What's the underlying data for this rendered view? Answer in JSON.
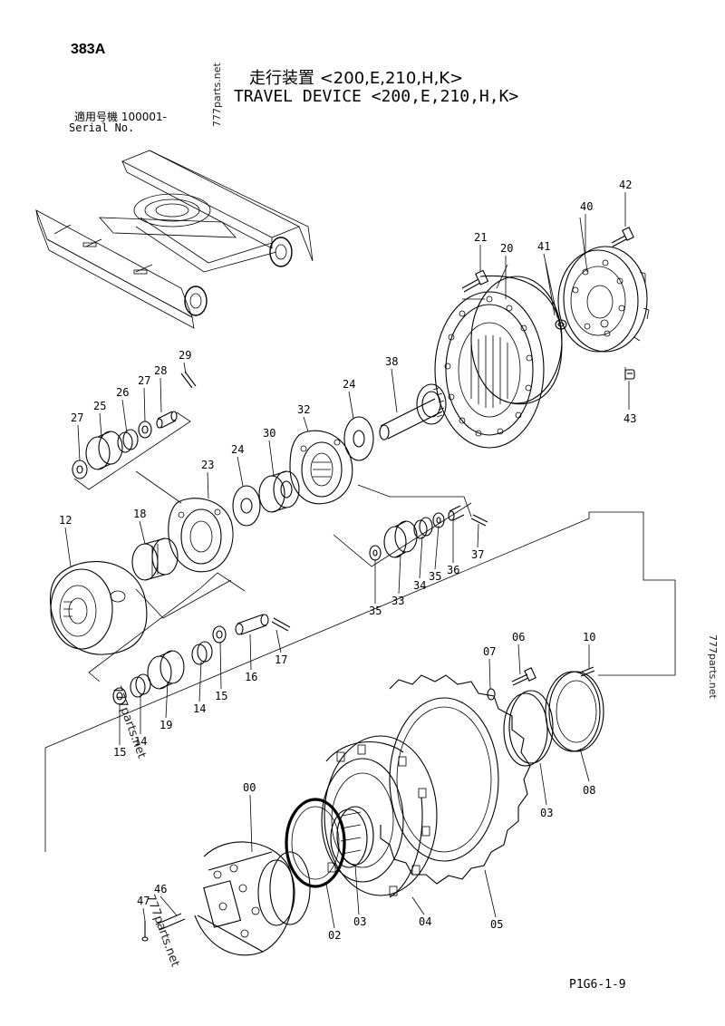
{
  "page_id": "383A",
  "title_jp": "走行装置 <200,E,210,H,K>",
  "title_en": "TRAVEL DEVICE <200,E,210,H,K>",
  "serial_label_jp": "適用号機  100001-",
  "serial_label_en": "Serial No.",
  "footer_code": "P1G6-1-9",
  "watermarks": [
    "777parts.net",
    "777parts.net",
    "777parts.net",
    "777parts.net"
  ],
  "part_labels": [
    {
      "id": "p42",
      "text": "42"
    },
    {
      "id": "p40",
      "text": "40"
    },
    {
      "id": "p21",
      "text": "21"
    },
    {
      "id": "p20",
      "text": "20"
    },
    {
      "id": "p41",
      "text": "41"
    },
    {
      "id": "p43",
      "text": "43"
    },
    {
      "id": "p29",
      "text": "29"
    },
    {
      "id": "p28",
      "text": "28"
    },
    {
      "id": "p27a",
      "text": "27"
    },
    {
      "id": "p26",
      "text": "26"
    },
    {
      "id": "p25",
      "text": "25"
    },
    {
      "id": "p27b",
      "text": "27"
    },
    {
      "id": "p38",
      "text": "38"
    },
    {
      "id": "p24a",
      "text": "24"
    },
    {
      "id": "p32",
      "text": "32"
    },
    {
      "id": "p30",
      "text": "30"
    },
    {
      "id": "p24b",
      "text": "24"
    },
    {
      "id": "p23",
      "text": "23"
    },
    {
      "id": "p18",
      "text": "18"
    },
    {
      "id": "p12",
      "text": "12"
    },
    {
      "id": "p37",
      "text": "37"
    },
    {
      "id": "p36",
      "text": "36"
    },
    {
      "id": "p35a",
      "text": "35"
    },
    {
      "id": "p34",
      "text": "34"
    },
    {
      "id": "p33",
      "text": "33"
    },
    {
      "id": "p35b",
      "text": "35"
    },
    {
      "id": "p17",
      "text": "17"
    },
    {
      "id": "p16",
      "text": "16"
    },
    {
      "id": "p15a",
      "text": "15"
    },
    {
      "id": "p14a",
      "text": "14"
    },
    {
      "id": "p19",
      "text": "19"
    },
    {
      "id": "p14b",
      "text": "14"
    },
    {
      "id": "p15b",
      "text": "15"
    },
    {
      "id": "p07",
      "text": "07"
    },
    {
      "id": "p06",
      "text": "06"
    },
    {
      "id": "p10",
      "text": "10"
    },
    {
      "id": "p08",
      "text": "08"
    },
    {
      "id": "p03a",
      "text": "03"
    },
    {
      "id": "p00",
      "text": "00"
    },
    {
      "id": "p46",
      "text": "46"
    },
    {
      "id": "p47",
      "text": "47"
    },
    {
      "id": "p02",
      "text": "02"
    },
    {
      "id": "p03b",
      "text": "03"
    },
    {
      "id": "p04",
      "text": "04"
    },
    {
      "id": "p05",
      "text": "05"
    }
  ]
}
